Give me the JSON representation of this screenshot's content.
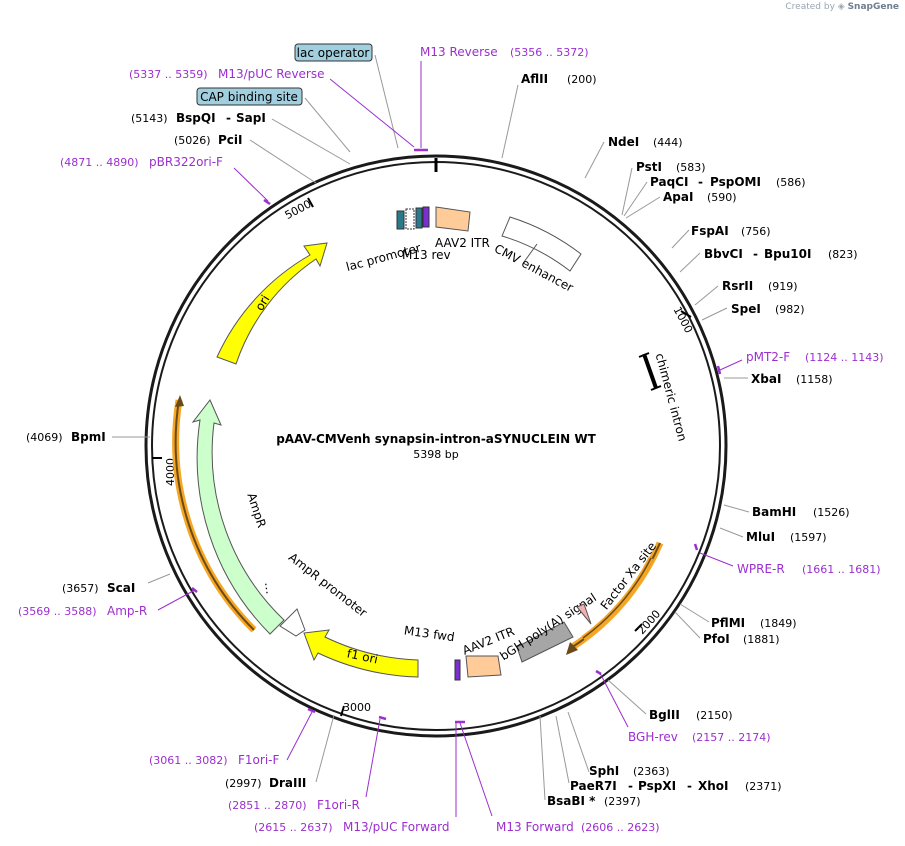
{
  "credit": {
    "prefix": "Created by",
    "brand": "SnapGene"
  },
  "map": {
    "title": "pAAV-CMVenh synapsin-intron-aSYNUCLEIN WT",
    "length_label": "5398 bp",
    "ticks": [
      "1000",
      "2000",
      "3000",
      "4000",
      "5000"
    ]
  },
  "enzymes": [
    {
      "name": "AflII",
      "pos": "(200)"
    },
    {
      "name": "NdeI",
      "pos": "(444)"
    },
    {
      "name": "PstI",
      "pos": "(583)"
    },
    {
      "name": "PaqCI",
      "name2": "PspOMI",
      "pos": "(586)"
    },
    {
      "name": "ApaI",
      "pos": "(590)"
    },
    {
      "name": "FspAI",
      "pos": "(756)"
    },
    {
      "name": "BbvCI",
      "name2": "Bpu10I",
      "pos": "(823)"
    },
    {
      "name": "RsrII",
      "pos": "(919)"
    },
    {
      "name": "SpeI",
      "pos": "(982)"
    },
    {
      "name": "XbaI",
      "pos": "(1158)"
    },
    {
      "name": "BamHI",
      "pos": "(1526)"
    },
    {
      "name": "MluI",
      "pos": "(1597)"
    },
    {
      "name": "PflMI",
      "pos": "(1849)"
    },
    {
      "name": "PfoI",
      "pos": "(1881)"
    },
    {
      "name": "BglII",
      "pos": "(2150)"
    },
    {
      "name": "SphI",
      "pos": "(2363)"
    },
    {
      "name": "PaeR7I",
      "name2": "PspXI",
      "name3": "XhoI",
      "pos": "(2371)"
    },
    {
      "name": "BsaBI *",
      "pos": "(2397)"
    },
    {
      "name": "DraIII",
      "pos": "(2997)"
    },
    {
      "name": "ScaI",
      "pos": "(3657)"
    },
    {
      "name": "BpmI",
      "pos": "(4069)"
    },
    {
      "name": "PciI",
      "pos": "(5026)"
    },
    {
      "name": "BspQI",
      "name2": "SapI",
      "pos": "(5143)"
    }
  ],
  "primers": [
    {
      "name": "M13 Reverse",
      "range": "(5356 .. 5372)"
    },
    {
      "name": "M13/pUC Reverse",
      "range": "(5337 .. 5359)"
    },
    {
      "name": "pBR322ori-F",
      "range": "(4871 .. 4890)"
    },
    {
      "name": "pMT2-F",
      "range": "(1124 .. 1143)"
    },
    {
      "name": "WPRE-R",
      "range": "(1661 .. 1681)"
    },
    {
      "name": "BGH-rev",
      "range": "(2157 .. 2174)"
    },
    {
      "name": "M13 Forward",
      "range": "(2606 .. 2623)"
    },
    {
      "name": "M13/pUC Forward",
      "range": "(2615 .. 2637)"
    },
    {
      "name": "F1ori-R",
      "range": "(2851 .. 2870)"
    },
    {
      "name": "F1ori-F",
      "range": "(3061 .. 3082)"
    },
    {
      "name": "Amp-R",
      "range": "(3569 .. 3588)"
    }
  ],
  "boxed_features": [
    "lac operator",
    "CAP binding site"
  ],
  "features": {
    "lac_promoter": "lac promoter",
    "m13_rev": "M13 rev",
    "aav2_itr_top": "AAV2 ITR",
    "cmv_enhancer": "CMV enhancer",
    "chimeric_intron": "chimeric intron",
    "factor_xa": "Factor Xa site",
    "bgh_polya": "bGH poly(A) signal",
    "aav2_itr_bottom": "AAV2 ITR",
    "m13_fwd": "M13 fwd",
    "f1_ori": "f1 ori",
    "ampr_promoter": "AmpR promoter",
    "ampr": "AmpR",
    "ori": "ori"
  },
  "colors": {
    "backbone": "#1a1a1a",
    "primer": "#9b2fcf",
    "ori_fill": "#ffff00",
    "ampr_fill": "#ccffcc",
    "itr_fill": "#ffcc99",
    "polya_fill": "#a6a6a6",
    "box_fill": "#a0cfdf",
    "orange_arc": "#f5a623"
  }
}
